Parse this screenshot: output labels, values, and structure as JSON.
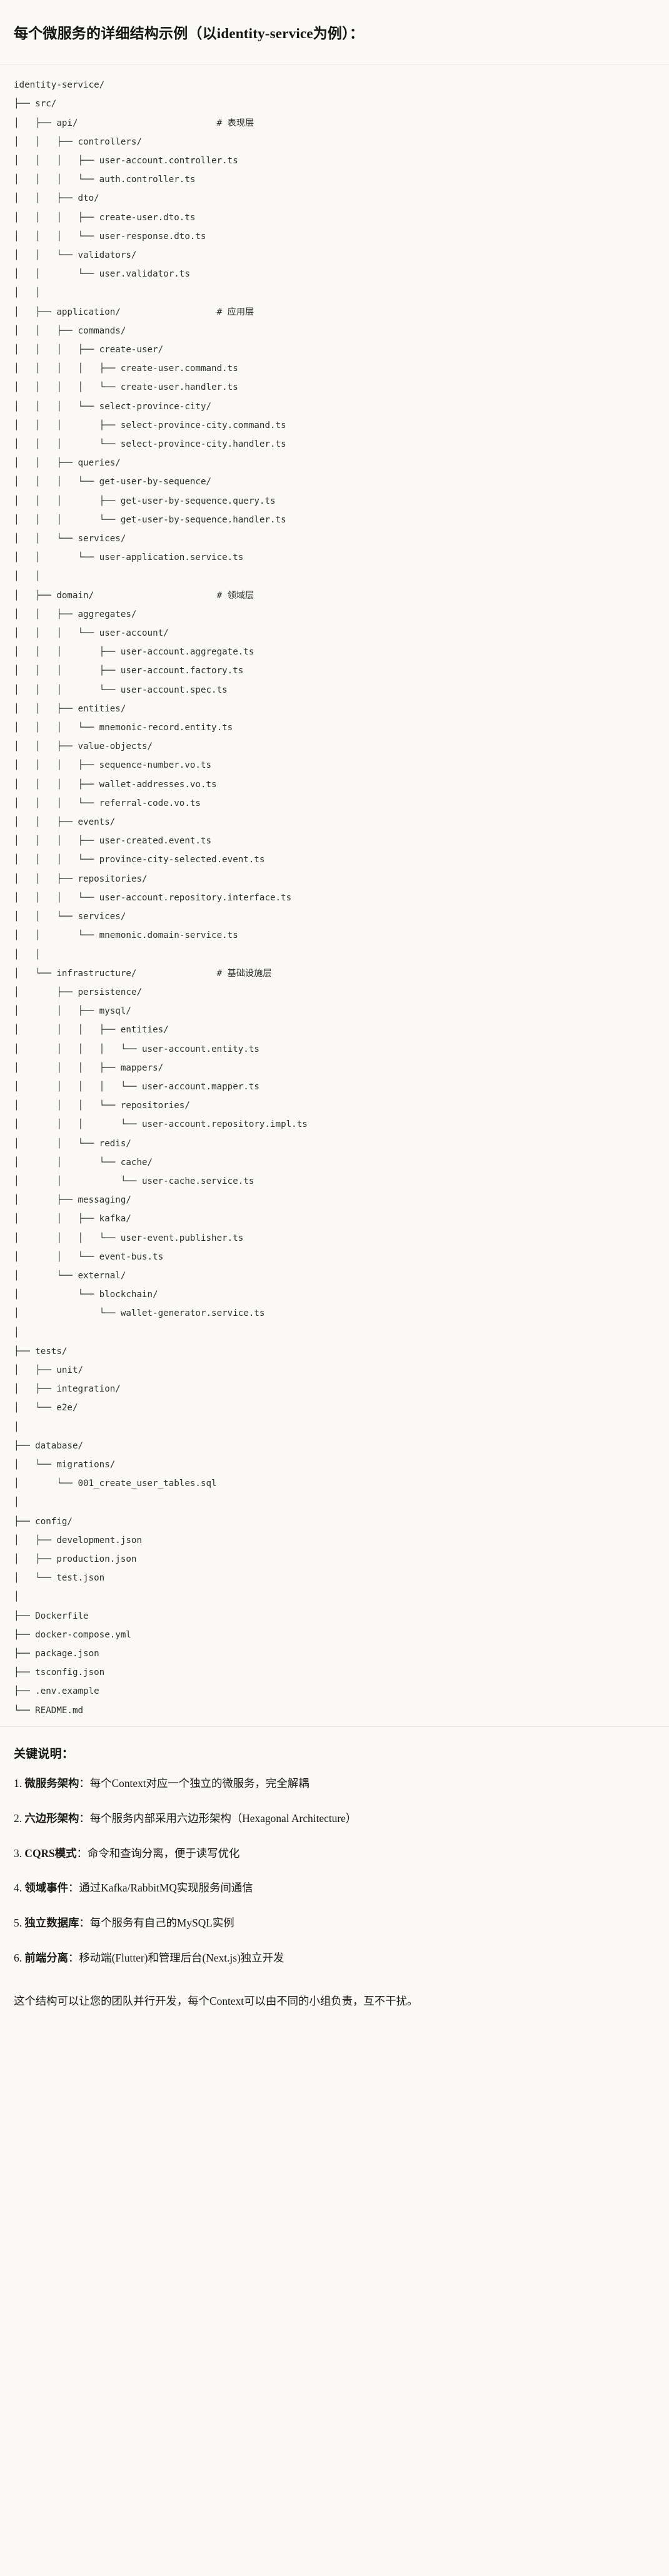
{
  "title": "每个微服务的详细结构示例（以identity-service为例）：",
  "tree": {
    "label": "identity-service directory tree",
    "lines": [
      "identity-service/",
      "├── src/",
      "│   ├── api/                          # 表现层",
      "│   │   ├── controllers/",
      "│   │   │   ├── user-account.controller.ts",
      "│   │   │   └── auth.controller.ts",
      "│   │   ├── dto/",
      "│   │   │   ├── create-user.dto.ts",
      "│   │   │   └── user-response.dto.ts",
      "│   │   └── validators/",
      "│   │       └── user.validator.ts",
      "│   │",
      "│   ├── application/                  # 应用层",
      "│   │   ├── commands/",
      "│   │   │   ├── create-user/",
      "│   │   │   │   ├── create-user.command.ts",
      "│   │   │   │   └── create-user.handler.ts",
      "│   │   │   └── select-province-city/",
      "│   │   │       ├── select-province-city.command.ts",
      "│   │   │       └── select-province-city.handler.ts",
      "│   │   ├── queries/",
      "│   │   │   └── get-user-by-sequence/",
      "│   │   │       ├── get-user-by-sequence.query.ts",
      "│   │   │       └── get-user-by-sequence.handler.ts",
      "│   │   └── services/",
      "│   │       └── user-application.service.ts",
      "│   │",
      "│   ├── domain/                       # 领域层",
      "│   │   ├── aggregates/",
      "│   │   │   └── user-account/",
      "│   │   │       ├── user-account.aggregate.ts",
      "│   │   │       ├── user-account.factory.ts",
      "│   │   │       └── user-account.spec.ts",
      "│   │   ├── entities/",
      "│   │   │   └── mnemonic-record.entity.ts",
      "│   │   ├── value-objects/",
      "│   │   │   ├── sequence-number.vo.ts",
      "│   │   │   ├── wallet-addresses.vo.ts",
      "│   │   │   └── referral-code.vo.ts",
      "│   │   ├── events/",
      "│   │   │   ├── user-created.event.ts",
      "│   │   │   └── province-city-selected.event.ts",
      "│   │   ├── repositories/",
      "│   │   │   └── user-account.repository.interface.ts",
      "│   │   └── services/",
      "│   │       └── mnemonic.domain-service.ts",
      "│   │",
      "│   └── infrastructure/               # 基础设施层",
      "│       ├── persistence/",
      "│       │   ├── mysql/",
      "│       │   │   ├── entities/",
      "│       │   │   │   └── user-account.entity.ts",
      "│       │   │   ├── mappers/",
      "│       │   │   │   └── user-account.mapper.ts",
      "│       │   │   └── repositories/",
      "│       │   │       └── user-account.repository.impl.ts",
      "│       │   └── redis/",
      "│       │       └── cache/",
      "│       │           └── user-cache.service.ts",
      "│       ├── messaging/",
      "│       │   ├── kafka/",
      "│       │   │   └── user-event.publisher.ts",
      "│       │   └── event-bus.ts",
      "│       └── external/",
      "│           └── blockchain/",
      "│               └── wallet-generator.service.ts",
      "│",
      "├── tests/",
      "│   ├── unit/",
      "│   ├── integration/",
      "│   └── e2e/",
      "│",
      "├── database/",
      "│   └── migrations/",
      "│       └── 001_create_user_tables.sql",
      "│",
      "├── config/",
      "│   ├── development.json",
      "│   ├── production.json",
      "│   └── test.json",
      "│",
      "├── Dockerfile",
      "├── docker-compose.yml",
      "├── package.json",
      "├── tsconfig.json",
      "├── .env.example",
      "└── README.md"
    ]
  },
  "notes": {
    "heading": "关键说明：",
    "items": [
      {
        "term": "微服务架构",
        "sep": "：",
        "desc": "每个Context对应一个独立的微服务，完全解耦"
      },
      {
        "term": "六边形架构",
        "sep": "：",
        "desc": "每个服务内部采用六边形架构（Hexagonal Architecture）"
      },
      {
        "term": "CQRS模式",
        "sep": "：",
        "desc": "命令和查询分离，便于读写优化"
      },
      {
        "term": "领域事件",
        "sep": "：",
        "desc": "通过Kafka/RabbitMQ实现服务间通信"
      },
      {
        "term": "独立数据库",
        "sep": "：",
        "desc": "每个服务有自己的MySQL实例"
      },
      {
        "term": "前端分离",
        "sep": "：",
        "desc": "移动端(Flutter)和管理后台(Next.js)独立开发"
      }
    ],
    "closing": "这个结构可以让您的团队并行开发，每个Context可以由不同的小组负责，互不干扰。"
  }
}
